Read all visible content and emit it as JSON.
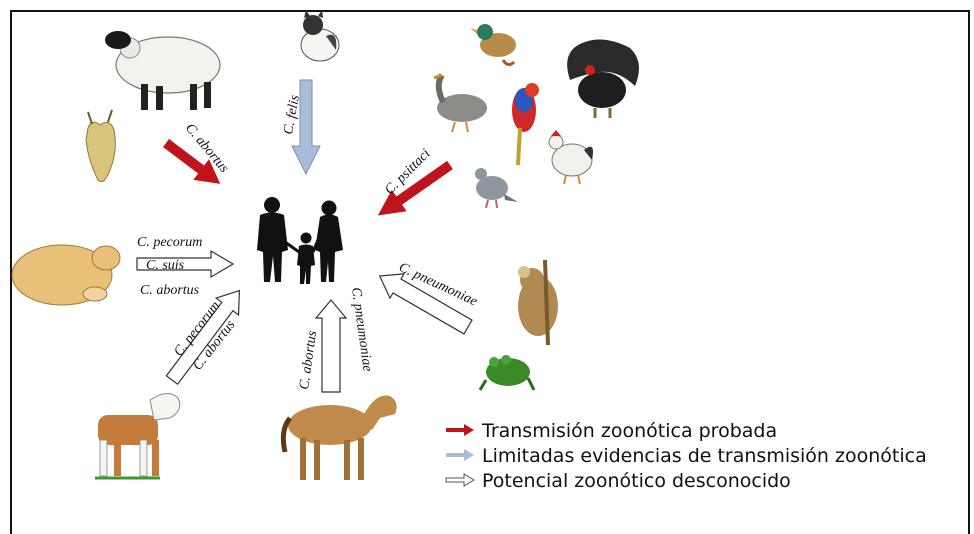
{
  "diagram": {
    "labels": {
      "sheep_goat": "C. abortus",
      "cat": "C. felis",
      "birds": "C. psittaci",
      "pig_1": "C. pecorum",
      "pig_2": "C. suis",
      "pig_3": "C. abortus",
      "calf_1": "C. pecorum",
      "calf_2": "C. abortus",
      "horse_1": "C. abortus",
      "horse_2": "C. pneumoniae",
      "koala_frog": "C. pneumoniae"
    },
    "legend": [
      {
        "label": "Transmisión zoonótica probada",
        "color": "#c0141c"
      },
      {
        "label": "Limitadas evidencias de transmisión zoonótica",
        "color": "#a9bddb"
      },
      {
        "label": "Potencial zoonótico desconocido",
        "color": "#ffffff"
      }
    ],
    "icons": [
      "sheep-icon",
      "goat-icon",
      "cat-icon",
      "parrot-icon",
      "goose-icon",
      "turkey-icon",
      "rooster-icon",
      "pigeon-icon",
      "duck-icon",
      "pig-icon",
      "calf-icon",
      "horse-icon",
      "koala-icon",
      "frog-icon",
      "human-family-icon"
    ]
  }
}
